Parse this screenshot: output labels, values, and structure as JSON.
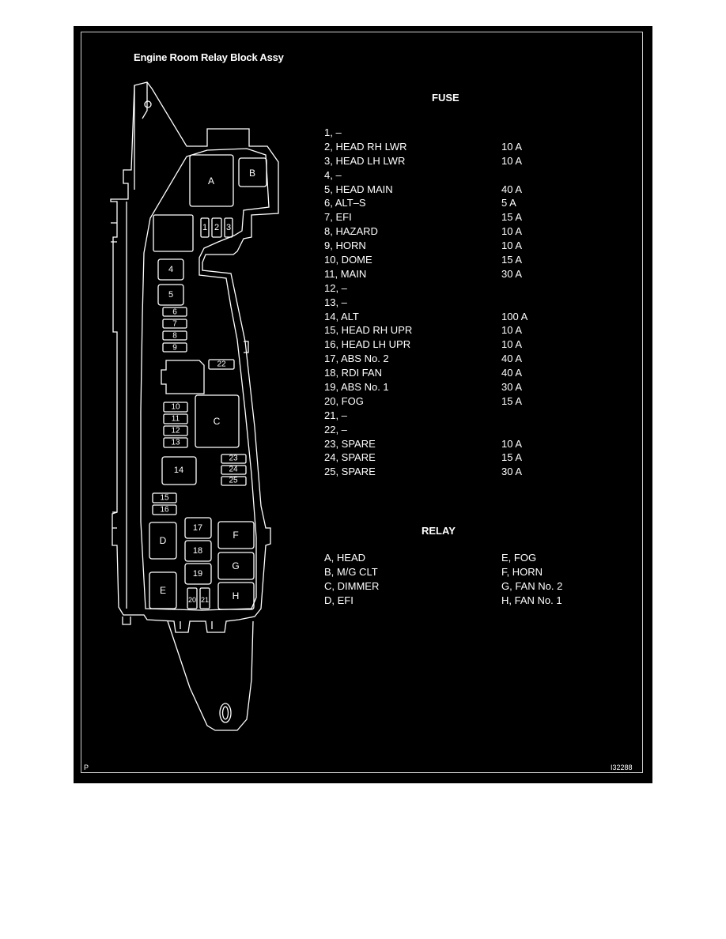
{
  "title": "Engine Room Relay Block Assy",
  "fuse_heading": "FUSE",
  "relay_heading": "RELAY",
  "fuses": [
    {
      "name": "1, –",
      "amp": ""
    },
    {
      "name": "2, HEAD RH LWR",
      "amp": "10 A"
    },
    {
      "name": "3, HEAD LH LWR",
      "amp": "10 A"
    },
    {
      "name": "4, –",
      "amp": ""
    },
    {
      "name": "5, HEAD MAIN",
      "amp": "40 A"
    },
    {
      "name": "6, ALT–S",
      "amp": "5 A"
    },
    {
      "name": "7, EFI",
      "amp": "15 A"
    },
    {
      "name": "8, HAZARD",
      "amp": "10 A"
    },
    {
      "name": "9, HORN",
      "amp": "10 A"
    },
    {
      "name": "10, DOME",
      "amp": "15 A"
    },
    {
      "name": "11, MAIN",
      "amp": "30 A"
    },
    {
      "name": "12, –",
      "amp": ""
    },
    {
      "name": "13, –",
      "amp": ""
    },
    {
      "name": "14, ALT",
      "amp": "100 A"
    },
    {
      "name": "15, HEAD RH UPR",
      "amp": "10 A"
    },
    {
      "name": "16, HEAD LH UPR",
      "amp": "10 A"
    },
    {
      "name": "17, ABS No. 2",
      "amp": "40 A"
    },
    {
      "name": "18, RDI FAN",
      "amp": "40 A"
    },
    {
      "name": "19, ABS No. 1",
      "amp": "30 A"
    },
    {
      "name": "20, FOG",
      "amp": "15 A"
    },
    {
      "name": "21, –",
      "amp": ""
    },
    {
      "name": "22, –",
      "amp": ""
    },
    {
      "name": "23, SPARE",
      "amp": "10 A"
    },
    {
      "name": "24, SPARE",
      "amp": "15 A"
    },
    {
      "name": "25, SPARE",
      "amp": "30 A"
    }
  ],
  "relays": [
    {
      "left": "A, HEAD",
      "right": "E, FOG"
    },
    {
      "left": "B, M/G CLT",
      "right": "F, HORN"
    },
    {
      "left": "C, DIMMER",
      "right": "G, FAN No. 2"
    },
    {
      "left": "D, EFI",
      "right": "H, FAN No. 1"
    }
  ],
  "diagram_labels": {
    "A": "A",
    "B": "B",
    "C": "C",
    "D": "D",
    "E": "E",
    "F": "F",
    "G": "G",
    "H": "H",
    "f1": "1",
    "f2": "2",
    "f3": "3",
    "f4": "4",
    "f5": "5",
    "f6": "6",
    "f7": "7",
    "f8": "8",
    "f9": "9",
    "f10": "10",
    "f11": "11",
    "f12": "12",
    "f13": "13",
    "f14": "14",
    "f15": "15",
    "f16": "16",
    "f17": "17",
    "f18": "18",
    "f19": "19",
    "f20": "20",
    "f21": "21",
    "f22": "22",
    "f23": "23",
    "f24": "24",
    "f25": "25"
  },
  "corner_left": "P",
  "corner_right": "I32288"
}
